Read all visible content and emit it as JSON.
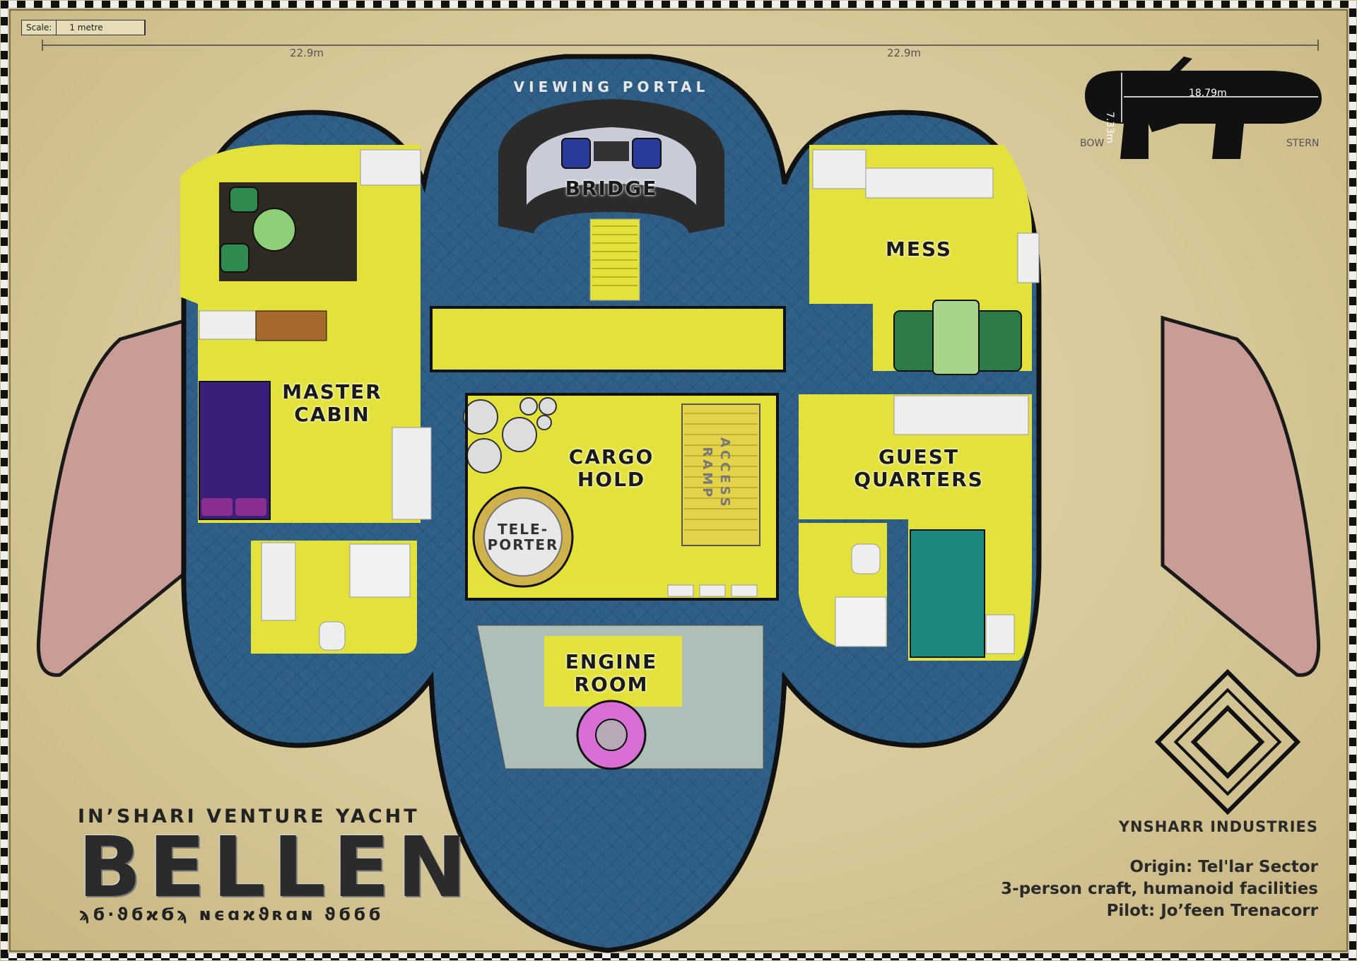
{
  "scale": {
    "label": "Scale:",
    "unit": "1 metre"
  },
  "dimensions": {
    "left_width": "22.9m",
    "right_width": "22.9m"
  },
  "profile": {
    "length": "18.79m",
    "height": "7.33m",
    "bow_label": "BOW",
    "stern_label": "STERN"
  },
  "rooms": {
    "viewing_portal": "VIEWING PORTAL",
    "bridge": "BRIDGE",
    "mess": "MESS",
    "master_cabin_line1": "MASTER",
    "master_cabin_line2": "CABIN",
    "cargo_hold_line1": "CARGO",
    "cargo_hold_line2": "HOLD",
    "access_ramp_line1": "ACCESS",
    "access_ramp_line2": "RAMP",
    "guest_quarters_line1": "GUEST",
    "guest_quarters_line2": "QUARTERS",
    "teleporter_line1": "TELE-",
    "teleporter_line2": "PORTER",
    "engine_room_line1": "ENGINE",
    "engine_room_line2": "ROOM"
  },
  "title": {
    "subtitle": "IN’SHARI VENTURE YACHT",
    "name": "BELLEN",
    "script": "ϡϭ·ϑϭϰϬϡ ɴϵɑϰϑʀɑɴ ϑϭϭϭ"
  },
  "company": "YNSHARR INDUSTRIES",
  "info": {
    "origin": "Origin: Tel'lar Sector",
    "crew": "3-person craft, humanoid facilities",
    "pilot": "Pilot: Jo’feen Trenacorr"
  },
  "colors": {
    "hull": "#2f5f86",
    "floor": "#e3e23c",
    "wing": "#c99d96",
    "bridge": "#2b2b2b",
    "engine_floor": "#aebfb7",
    "teleporter_ring": "#d0b24a",
    "engine_core": "#d96fd6",
    "bed_master": "#3a1f7a",
    "bed_guest": "#1b8a7c",
    "sofa": "#2e7b4a",
    "parchment": "#d8cb9b"
  }
}
